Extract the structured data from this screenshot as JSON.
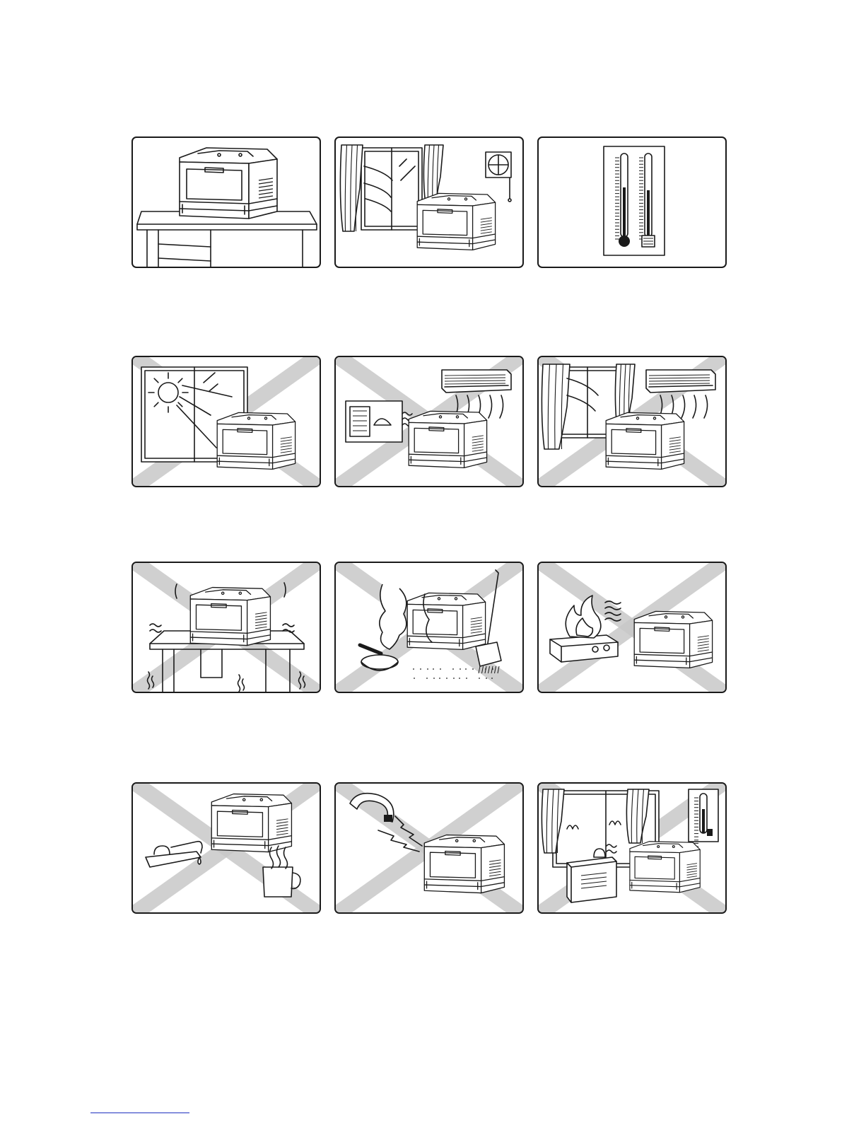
{
  "colors": {
    "line": "#1a1a1a",
    "cross": "#c8c8c8",
    "footer_rule": "#2030c0"
  },
  "panels": [
    {
      "id": "printer-on-table",
      "verdict": "do",
      "icon": "printer-on-sturdy-table-icon"
    },
    {
      "id": "ventilated-room",
      "verdict": "do",
      "icon": "window-and-ventilation-fan-icon"
    },
    {
      "id": "thermometer-hygrometer",
      "verdict": "do",
      "icon": "thermometer-hygrometer-icon"
    },
    {
      "id": "direct-sunlight",
      "verdict": "dont",
      "icon": "sunlight-window-icon"
    },
    {
      "id": "heater-aircon",
      "verdict": "dont",
      "icon": "heater-and-air-conditioner-icon"
    },
    {
      "id": "curtain-aircon-draft",
      "verdict": "dont",
      "icon": "curtain-and-air-conditioner-icon"
    },
    {
      "id": "vibrating-table",
      "verdict": "dont",
      "icon": "vibrating-table-icon"
    },
    {
      "id": "smoke-dust",
      "verdict": "dont",
      "icon": "smoke-and-dust-icon"
    },
    {
      "id": "open-flame-stove",
      "verdict": "dont",
      "icon": "flame-stove-icon"
    },
    {
      "id": "water-steam",
      "verdict": "dont",
      "icon": "faucet-and-hot-mug-icon"
    },
    {
      "id": "magnetic-field",
      "verdict": "dont",
      "icon": "magnet-icon"
    },
    {
      "id": "humidifier-condensation",
      "verdict": "dont",
      "icon": "humidifier-condensation-icon"
    }
  ]
}
